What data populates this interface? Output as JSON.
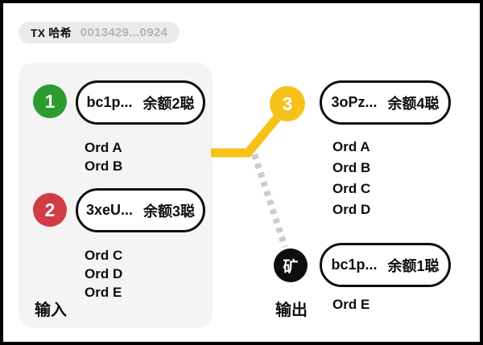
{
  "tx": {
    "label": "TX 哈希",
    "hash": "0013429...0924"
  },
  "inputs": {
    "section_label": "输入",
    "items": [
      {
        "number": "1",
        "address": "bc1p...",
        "balance": "余额2聪",
        "ords": [
          "Ord A",
          "Ord B"
        ]
      },
      {
        "number": "2",
        "address": "3xeU...",
        "balance": "余额3聪",
        "ords": [
          "Ord C",
          "Ord D",
          "Ord E"
        ]
      }
    ]
  },
  "outputs": {
    "section_label": "输出",
    "items": [
      {
        "number": "3",
        "address": "3oPz...",
        "balance": "余额4聪",
        "ords": [
          "Ord A",
          "Ord B",
          "Ord C",
          "Ord D"
        ]
      },
      {
        "number": "矿",
        "address": "bc1p...",
        "balance": "余额1聪",
        "ords": [
          "Ord E"
        ]
      }
    ]
  },
  "colors": {
    "input1_circle": "#2e9b30",
    "input2_circle": "#d13c45",
    "output1_circle": "#f6c21a",
    "miner_circle": "#0e0e0e",
    "connector_solid": "#f6c21a",
    "connector_dashed": "#cccccc",
    "panel_bg": "#f4f4f4",
    "hash_text": "#b3b3b3"
  }
}
